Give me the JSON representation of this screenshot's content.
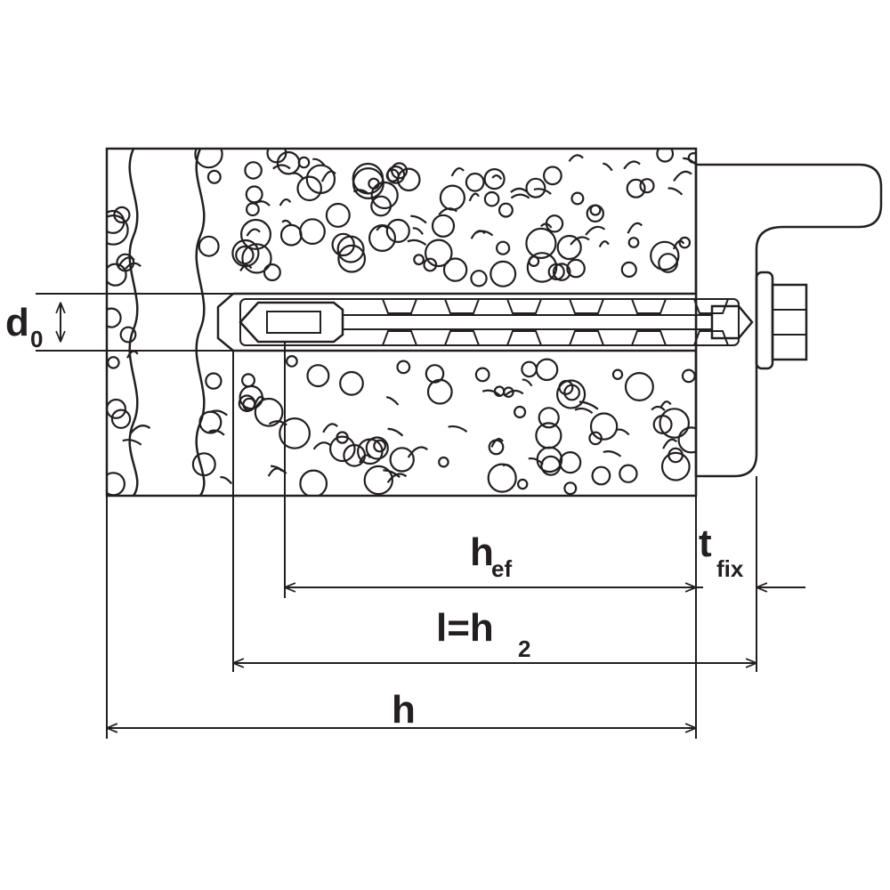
{
  "labels": {
    "d0": {
      "main": "d",
      "sub": "0"
    },
    "hef": {
      "main": "h",
      "sub": "ef"
    },
    "tfix": {
      "main": "t",
      "sub": "fix"
    },
    "l_h2": {
      "main": "l=h",
      "sub": "2"
    },
    "h": {
      "main": "h"
    }
  },
  "colors": {
    "ink": "#231f20",
    "background": "#ffffff"
  }
}
